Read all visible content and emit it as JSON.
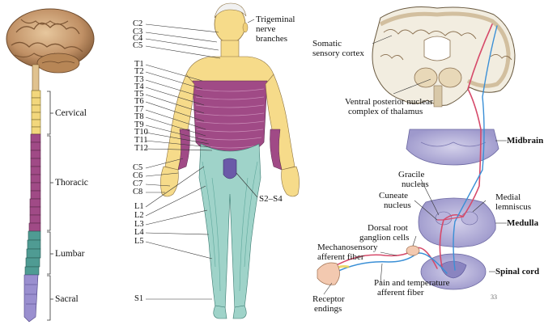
{
  "spine": {
    "sections": [
      "Cervical",
      "Thoracic",
      "Lumbar",
      "Sacral"
    ]
  },
  "dermatome": {
    "cervical_labels": [
      "C2",
      "C3",
      "C4",
      "C5"
    ],
    "thoracic_labels": [
      "T1",
      "T2",
      "T3",
      "T4",
      "T5",
      "T6",
      "T7",
      "T8",
      "T9",
      "T10",
      "T11",
      "T12"
    ],
    "arm_labels": [
      "C5",
      "C6",
      "C7",
      "C8"
    ],
    "lumbar_labels": [
      "L1",
      "L2",
      "L3",
      "L4",
      "L5"
    ],
    "sacral_label": "S1",
    "trigeminal_line1": "Trigeminal",
    "trigeminal_line2": "nerve",
    "trigeminal_line3": "branches",
    "s2s4_label": "S2–S4"
  },
  "pathway": {
    "somatic_line1": "Somatic",
    "somatic_line2": "sensory cortex",
    "vpn_line1": "Ventral posterior nuclear",
    "vpn_line2": "complex of thalamus",
    "midbrain": "Midbrain",
    "gracile_line1": "Gracile",
    "gracile_line2": "nucleus",
    "cuneate_line1": "Cuneate",
    "cuneate_line2": "nucleus",
    "medial_line1": "Medial",
    "medial_line2": "lemniscus",
    "medulla": "Medulla",
    "drg_line1": "Dorsal root",
    "drg_line2": "ganglion cells",
    "mech_line1": "Mechanosensory",
    "mech_line2": "afferent fiber",
    "spinal_cord": "Spinal cord",
    "receptor_line1": "Receptor",
    "receptor_line2": "endings",
    "pain_line1": "Pain and temperature",
    "pain_line2": "afferent fiber"
  },
  "page_number": "33",
  "colors": {
    "cervical": "#f2d77c",
    "thoracic": "#a04a86",
    "lumbar": "#4f9b93",
    "sacral": "#9a8fcf",
    "skin_yellow": "#f6db8a",
    "skin_teal": "#9fd3c9",
    "brain_tan": "#c9a277",
    "medial_lemniscus": "#d64a6a",
    "pain_path": "#3a8fd6"
  }
}
